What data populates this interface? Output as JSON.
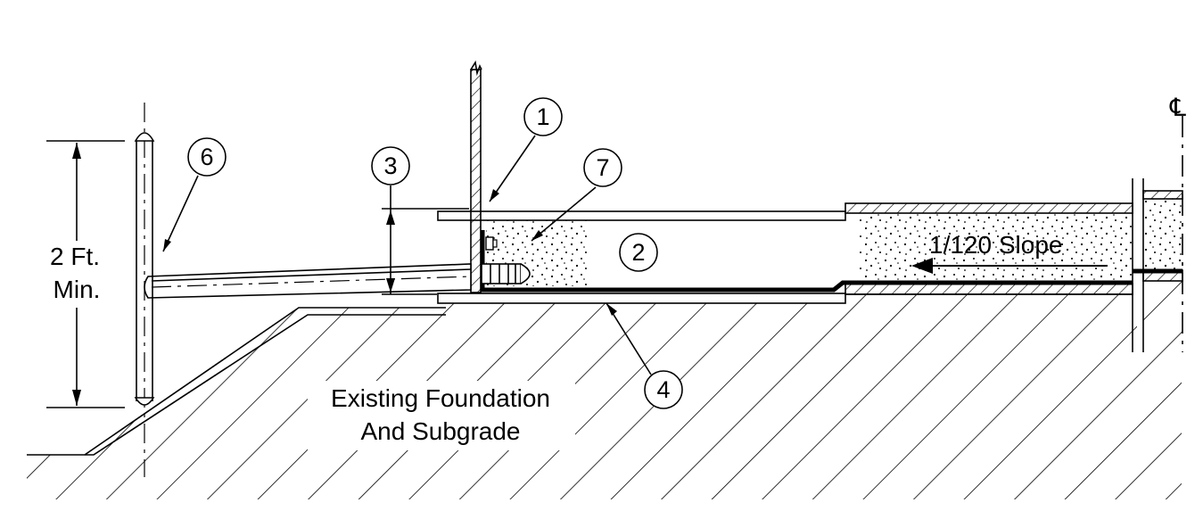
{
  "labels": {
    "dimension_line1": "2 Ft.",
    "dimension_line2": "Min.",
    "slope": "1/120 Slope",
    "foundation_line1": "Existing Foundation",
    "foundation_line2": "And Subgrade",
    "centerline": "℄"
  },
  "callouts": [
    "1",
    "2",
    "3",
    "4",
    "6",
    "7"
  ]
}
